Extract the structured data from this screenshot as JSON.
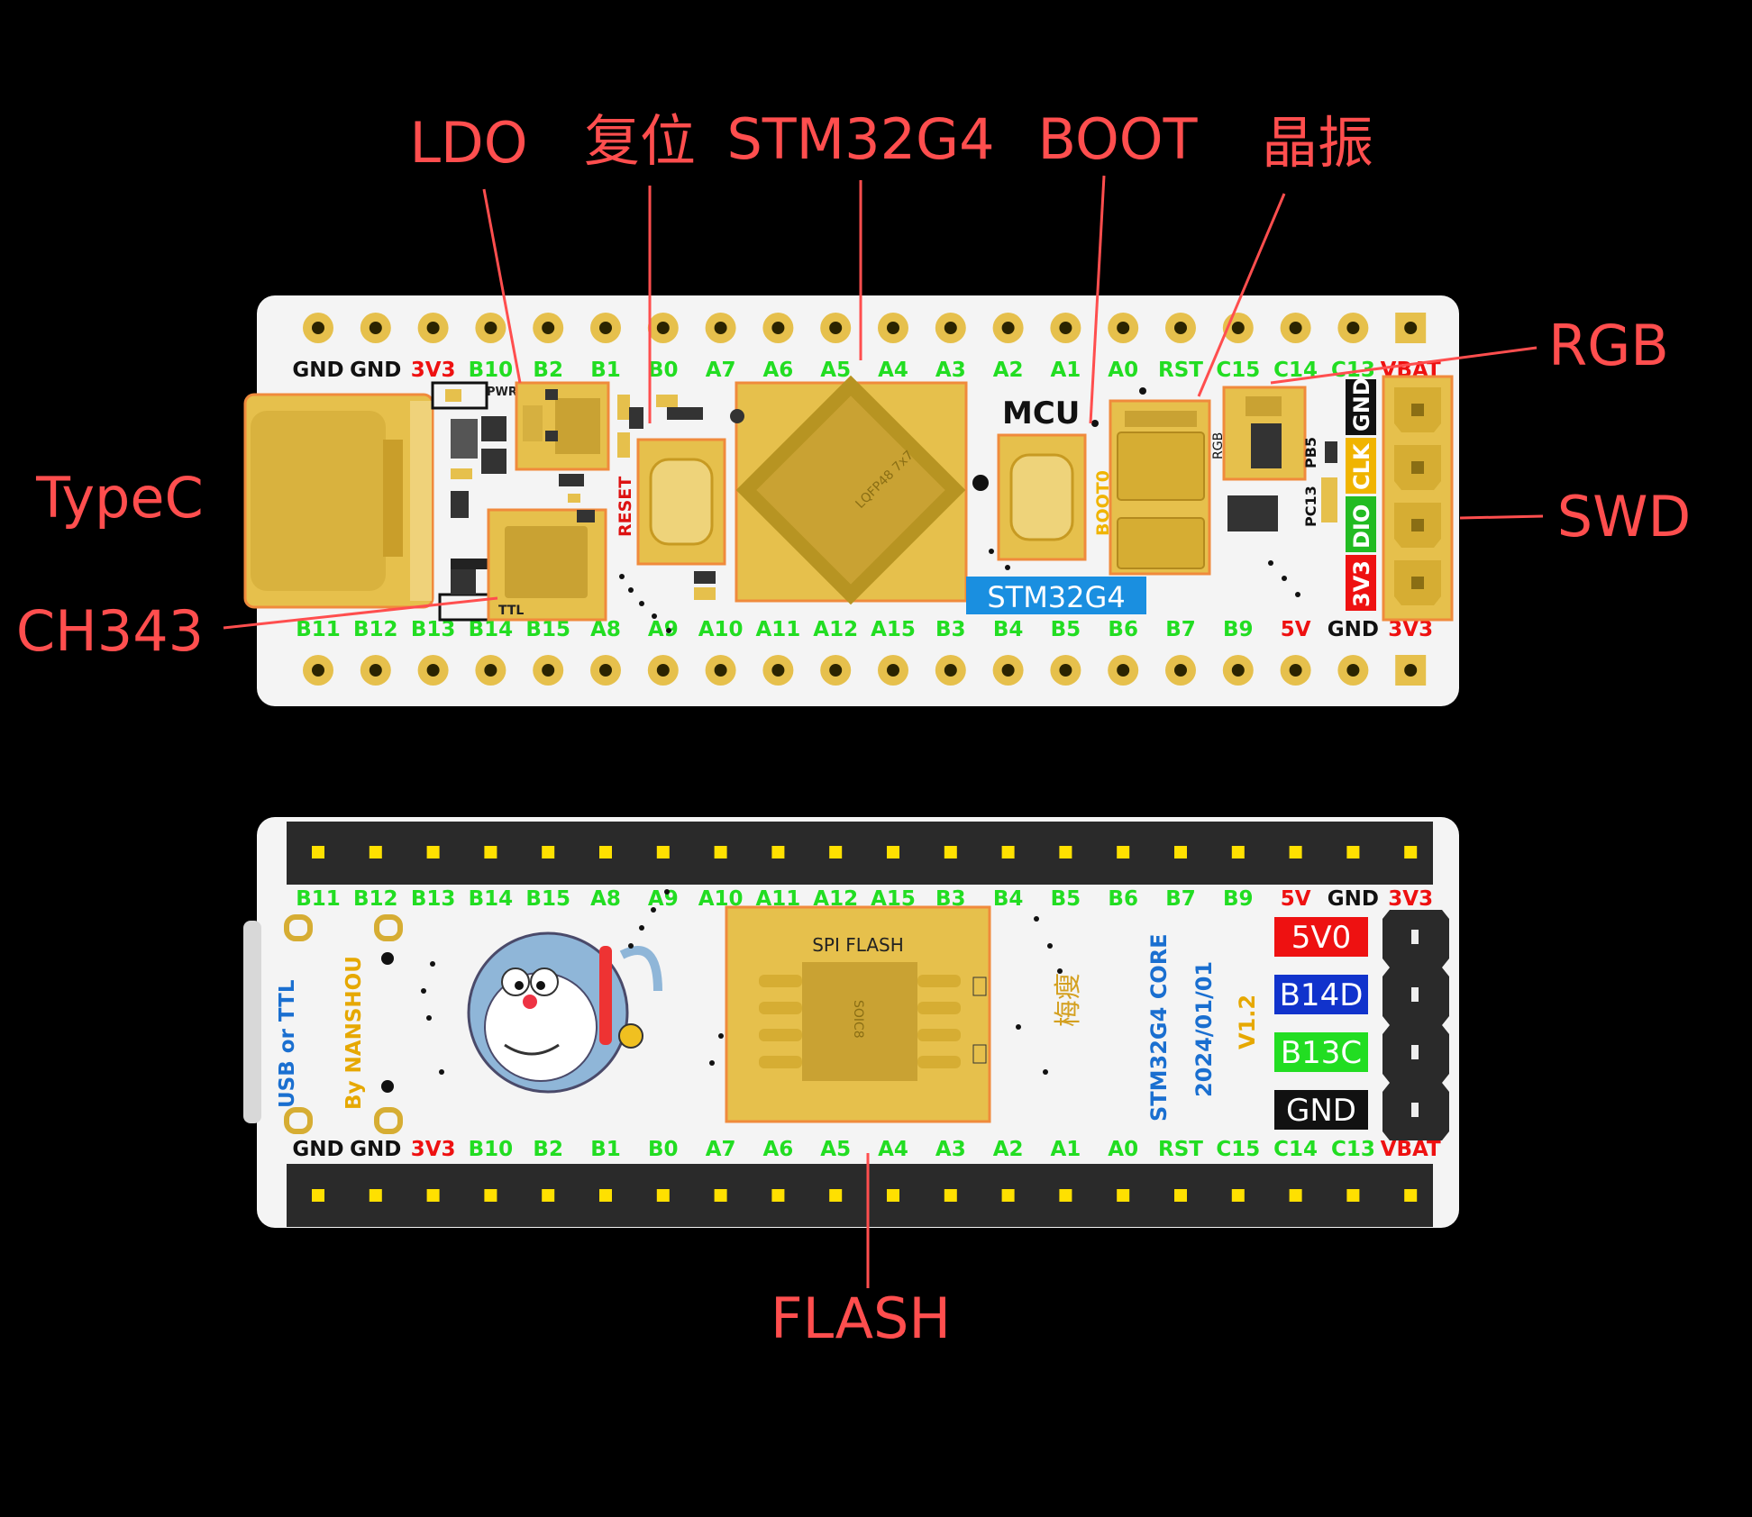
{
  "colors": {
    "background": "#000000",
    "annotation": "#ff4e4e",
    "board": "#f4f4f4",
    "gold": "#e6c04c",
    "pin_green": "#22dd22",
    "pin_red": "#ee1111",
    "pin_black": "#111111",
    "silk_blue": "#1a6fd0"
  },
  "annotations": {
    "ldo": "LDO",
    "reset": "复位",
    "stm32g4": "STM32G4",
    "boot": "BOOT",
    "crystal": "晶振",
    "rgb": "RGB",
    "typec": "TypeC",
    "swd": "SWD",
    "ch343": "CH343",
    "flash": "FLASH"
  },
  "front_board": {
    "top_pins": [
      "GND",
      "GND",
      "3V3",
      "B10",
      "B2",
      "B1",
      "B0",
      "A7",
      "A6",
      "A5",
      "A4",
      "A3",
      "A2",
      "A1",
      "A0",
      "RST",
      "C15",
      "C14",
      "C13",
      "VBAT"
    ],
    "top_pin_colors": [
      "black",
      "black",
      "red",
      "green",
      "green",
      "green",
      "green",
      "green",
      "green",
      "green",
      "green",
      "green",
      "green",
      "green",
      "green",
      "green",
      "green",
      "green",
      "green",
      "red"
    ],
    "bottom_pins": [
      "B11",
      "B12",
      "B13",
      "B14",
      "B15",
      "A8",
      "A9",
      "A10",
      "A11",
      "A12",
      "A15",
      "B3",
      "B4",
      "B5",
      "B6",
      "B7",
      "B9",
      "5V",
      "GND",
      "3V3"
    ],
    "bottom_pin_colors": [
      "green",
      "green",
      "green",
      "green",
      "green",
      "green",
      "green",
      "green",
      "green",
      "green",
      "green",
      "green",
      "green",
      "green",
      "green",
      "green",
      "green",
      "red",
      "black",
      "red"
    ],
    "mcu_label": "MCU",
    "chip_badge": "STM32G4",
    "reset_silk": "RESET",
    "boot_silk": "BOOT0",
    "pwr_silk": "PWR",
    "ttl_silk": "TTL",
    "rgb_silk": "RGB",
    "pb5_silk": "PB5",
    "pc13_silk": "PC13",
    "chip_marking": "LQFP48 7x7",
    "swd_labels": [
      "GND",
      "CLK",
      "DIO",
      "3V3"
    ],
    "swd_label_colors": [
      "#111111",
      "#f0b400",
      "#22bb22",
      "#ee1111"
    ]
  },
  "back_board": {
    "top_pins": [
      "B11",
      "B12",
      "B13",
      "B14",
      "B15",
      "A8",
      "A9",
      "A10",
      "A11",
      "A12",
      "A15",
      "B3",
      "B4",
      "B5",
      "B6",
      "B7",
      "B9",
      "5V",
      "GND",
      "3V3"
    ],
    "top_pin_colors": [
      "green",
      "green",
      "green",
      "green",
      "green",
      "green",
      "green",
      "green",
      "green",
      "green",
      "green",
      "green",
      "green",
      "green",
      "green",
      "green",
      "green",
      "red",
      "black",
      "red"
    ],
    "bottom_pins": [
      "GND",
      "GND",
      "3V3",
      "B10",
      "B2",
      "B1",
      "B0",
      "A7",
      "A6",
      "A5",
      "A4",
      "A3",
      "A2",
      "A1",
      "A0",
      "RST",
      "C15",
      "C14",
      "C13",
      "VBAT"
    ],
    "bottom_pin_colors": [
      "black",
      "black",
      "red",
      "green",
      "green",
      "green",
      "green",
      "green",
      "green",
      "green",
      "green",
      "green",
      "green",
      "green",
      "green",
      "green",
      "green",
      "green",
      "green",
      "red"
    ],
    "usb_ttl": "USB or TTL",
    "by_nanshou": "By NANSHOU",
    "flash_silk": "SPI FLASH",
    "soic_marking": "SOIC8",
    "core_label": "STM32G4 CORE",
    "date_label": "2024/01/01",
    "version_label": "V1.2",
    "signature": "梅瘦",
    "side_labels": [
      "5V0",
      "B14D",
      "B13C",
      "GND"
    ],
    "side_label_colors": [
      "#ee1111",
      "#1133cc",
      "#22dd22",
      "#111111"
    ]
  }
}
